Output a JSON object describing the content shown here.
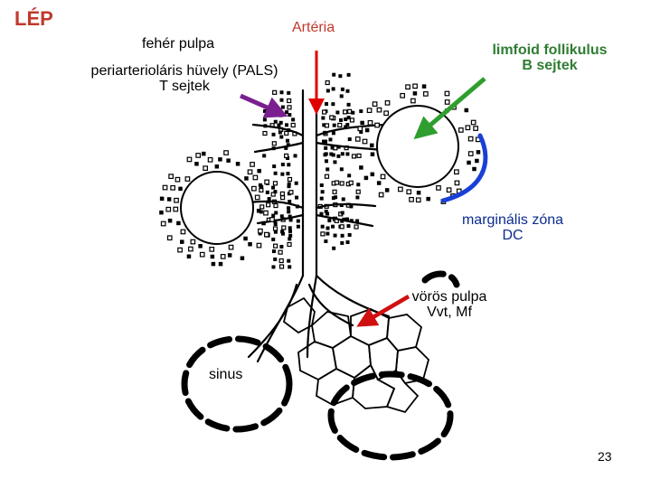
{
  "title": "LÉP",
  "labels": {
    "artery": "Artéria",
    "white_pulp": "fehér pulpa",
    "pals_line1": "periarterioláris hüvely (PALS)",
    "pals_line2": "T sejtek",
    "follicle_line1": "limfoid follikulus",
    "follicle_line2": "B sejtek",
    "marginal_line1": "marginális zóna",
    "marginal_line2": "DC",
    "red_pulp_line1": "vörös pulpa",
    "red_pulp_line2": "Vvt, Mf",
    "sinus": "sinus"
  },
  "page_number": "23",
  "colors": {
    "title": "#c0392b",
    "artery_arrow": "#e00000",
    "pals_arrow": "#7a1f8f",
    "follicle_arrow": "#2e9e2e",
    "marginal_arc": "#1a3fd6",
    "red_pulp_arrow": "#d01010",
    "diagram_ink": "#000000"
  }
}
